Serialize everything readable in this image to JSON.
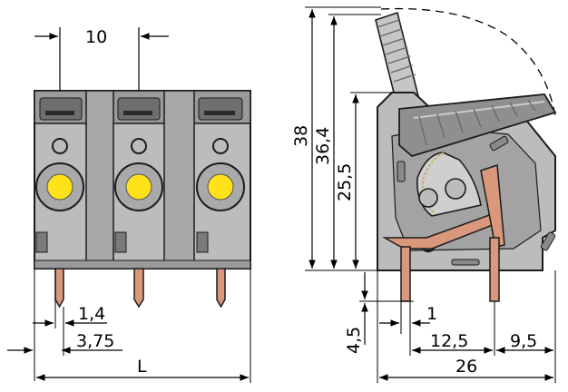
{
  "drawing": {
    "front_view": {
      "pitch": "10",
      "pin_thickness": "1,4",
      "pin_offset": "3,75",
      "overall_length": "L"
    },
    "side_view": {
      "height_total": "38",
      "height_body": "36,4",
      "height_clamp": "25,5",
      "pin_length": "4,5",
      "pin_width": "1",
      "pin_spacing": "12,5",
      "pin_to_back": "9,5",
      "overall_depth": "26"
    }
  },
  "colors": {
    "housing": "#bcbcbc",
    "housing_dark": "#8f8f8f",
    "button": "#ffe21a",
    "pin": "#d9977c",
    "outline": "#1c1c1c"
  }
}
